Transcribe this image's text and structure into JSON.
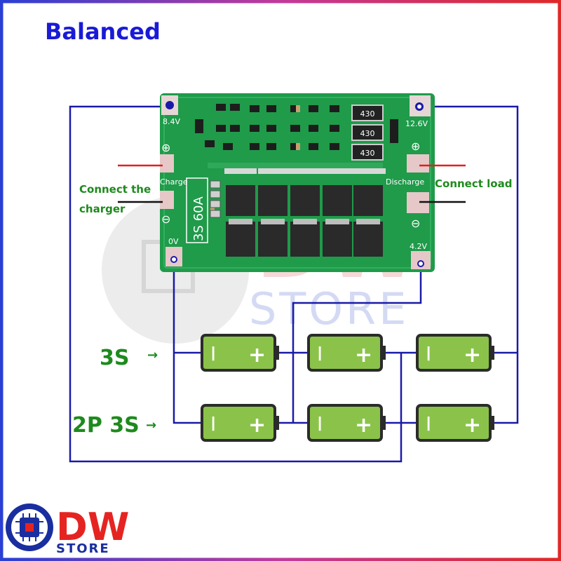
{
  "title": "Balanced",
  "board": {
    "label_8v4": "8.4V",
    "label_12v6": "12.6V",
    "label_0v": "0V",
    "label_4v2": "4.2V",
    "label_charge": "Charge",
    "label_discharge": "Discharge",
    "label_model": "3S 60A",
    "resistor_value": "430",
    "plus_symbol": "⊕",
    "minus_symbol": "⊖"
  },
  "annotations": {
    "connect_charger_line1": "Connect the",
    "connect_charger_line2": "charger",
    "connect_load": "Connect load",
    "label_3s": "3S",
    "label_2p3s": "2P 3S",
    "arrow": "→"
  },
  "battery": {
    "minus": "I",
    "plus": "+"
  },
  "watermark": {
    "text_dw": "DW",
    "text_store": "STORE"
  },
  "logo": {
    "text_dw": "DW",
    "text_store": "STORE"
  },
  "colors": {
    "wire": "#1a1aa8",
    "pcb": "#1f9b4a",
    "battery_fill": "#8bc34a",
    "battery_outline": "#2b2b2b",
    "label_green": "#1e8a1e",
    "title_blue": "#1a1ad6",
    "logo_red": "#e52421",
    "logo_blue": "#1a2ea0"
  }
}
